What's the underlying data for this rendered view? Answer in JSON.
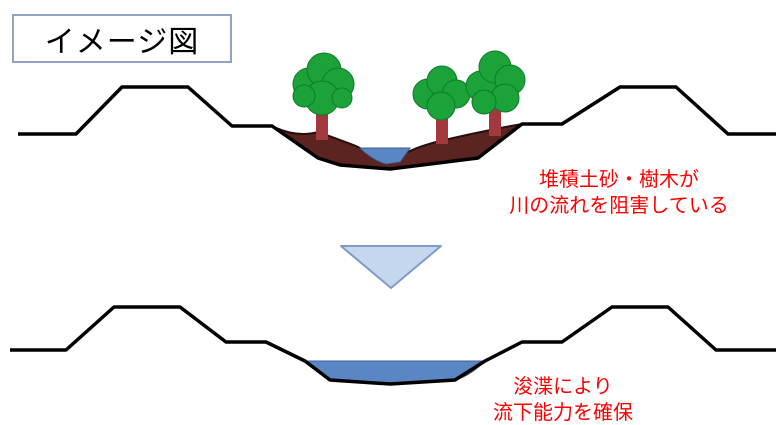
{
  "title": "イメージ図",
  "before": {
    "note_line1": "堆積土砂・樹木が",
    "note_line2": "川の流れを阻害している"
  },
  "after": {
    "note_line1": "浚渫により",
    "note_line2": "流下能力を確保"
  },
  "colors": {
    "ground_line": "#000000",
    "sediment": "#5c2420",
    "water": "#5b86c4",
    "tree_foliage": "#1ba33a",
    "tree_trunk": "#a3393c",
    "arrow_fill": "#c5d7ef",
    "arrow_stroke": "#7f9cc6",
    "note_text": "#ff0000",
    "title_border": "#8fa3c4"
  },
  "icons": [
    "tree-icon",
    "down-arrow-icon"
  ]
}
